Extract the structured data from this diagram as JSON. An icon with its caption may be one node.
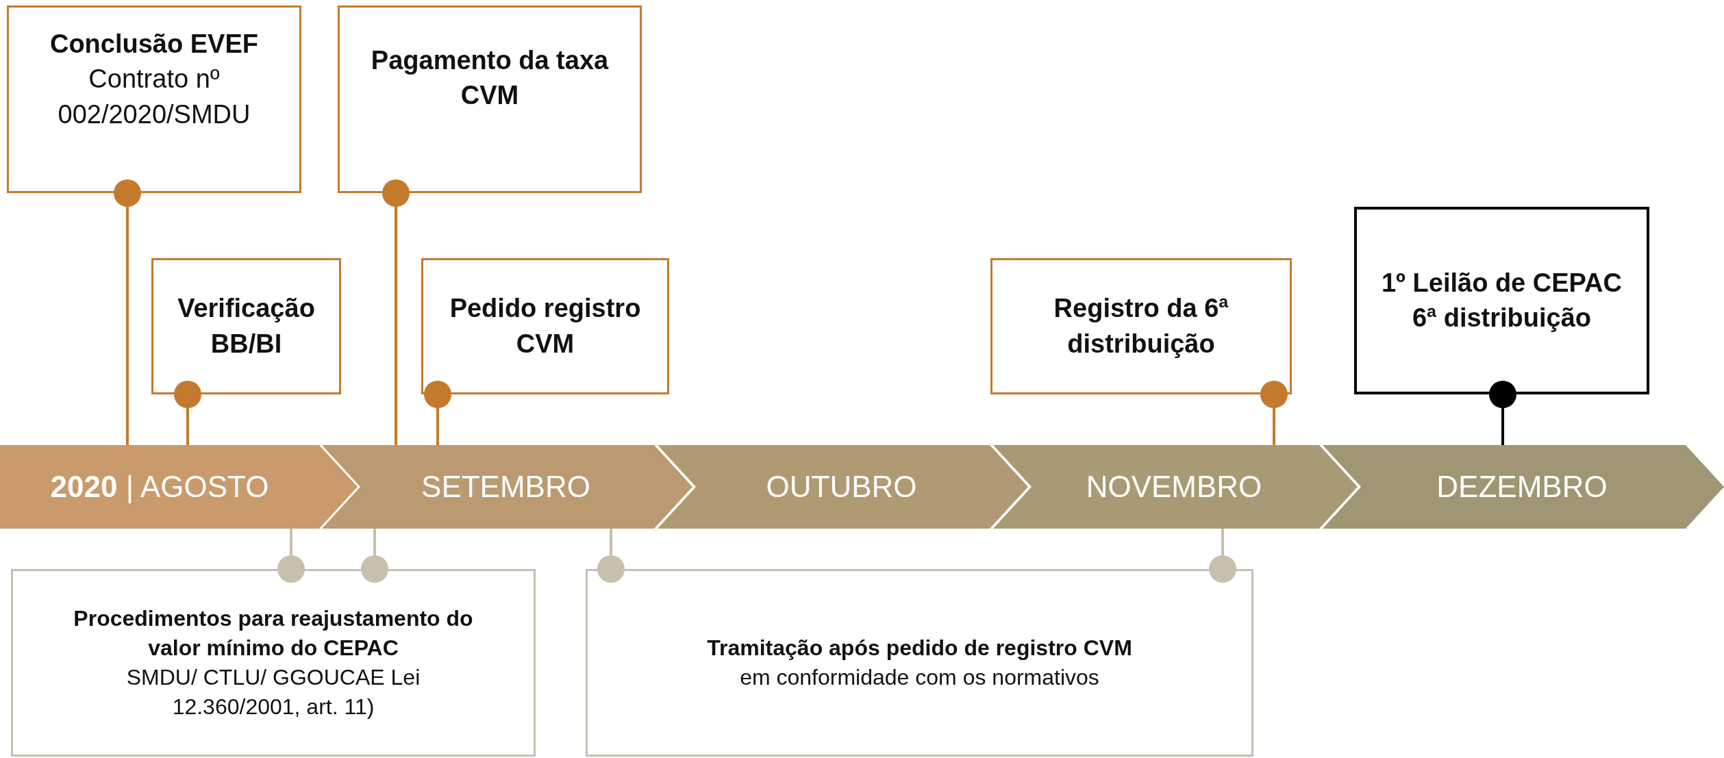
{
  "diagram": {
    "nodes": [
      {
        "text": [
          "Conclusão EVEF",
          "Contrato nº 002/2020/SMDU"
        ]
      },
      {
        "text": [
          "Pagamento da taxa CVM"
        ]
      },
      {
        "text": [
          "Verificação BB/BI"
        ]
      },
      {
        "text": [
          "Pedido registro CVM"
        ]
      },
      {
        "text": [
          "Registro da 6ª distribuição"
        ]
      },
      {
        "text": [
          "1º Leilão de CEPAC 6ª distribuição"
        ]
      },
      {
        "text": [
          "**2020** | AGOSTO"
        ]
      },
      {
        "text": [
          "SETEMBRO"
        ]
      },
      {
        "text": [
          "OUTUBRO"
        ]
      },
      {
        "text": [
          "NOVEMBRO"
        ]
      },
      {
        "text": [
          "DEZEMBRO"
        ]
      },
      {
        "text": [
          "Procedimentos para reajustamento do valor mínimo do CEPAC",
          "SMDU/ CTLU/ GGOUCAE Lei 12.360/2001, art. 11)"
        ]
      },
      {
        "text": [
          "Tramitação após pedido de registro CVM",
          "em conformidade com os normativos"
        ]
      }
    ],
    "edges": [
      {
        "from": 0,
        "to": 6,
        "arrow": "other"
      },
      {
        "from": 2,
        "to": 6,
        "arrow": "other"
      },
      {
        "from": 1,
        "to": 7,
        "arrow": "other"
      },
      {
        "from": 3,
        "to": 7,
        "arrow": "other"
      },
      {
        "from": 4,
        "to": 9,
        "arrow": "other"
      },
      {
        "from": 5,
        "to": 10,
        "arrow": "other",
        "color": "#000000"
      },
      {
        "from": 11,
        "to": 6,
        "arrow": "other",
        "color": "#c8bfae"
      },
      {
        "from": 11,
        "to": 7,
        "arrow": "other",
        "color": "#c8bfae"
      },
      {
        "from": 12,
        "to": 7,
        "arrow": "other",
        "color": "#c8bfae"
      },
      {
        "from": 12,
        "to": 9,
        "arrow": "other",
        "color": "#c8bfae"
      }
    ]
  }
}
